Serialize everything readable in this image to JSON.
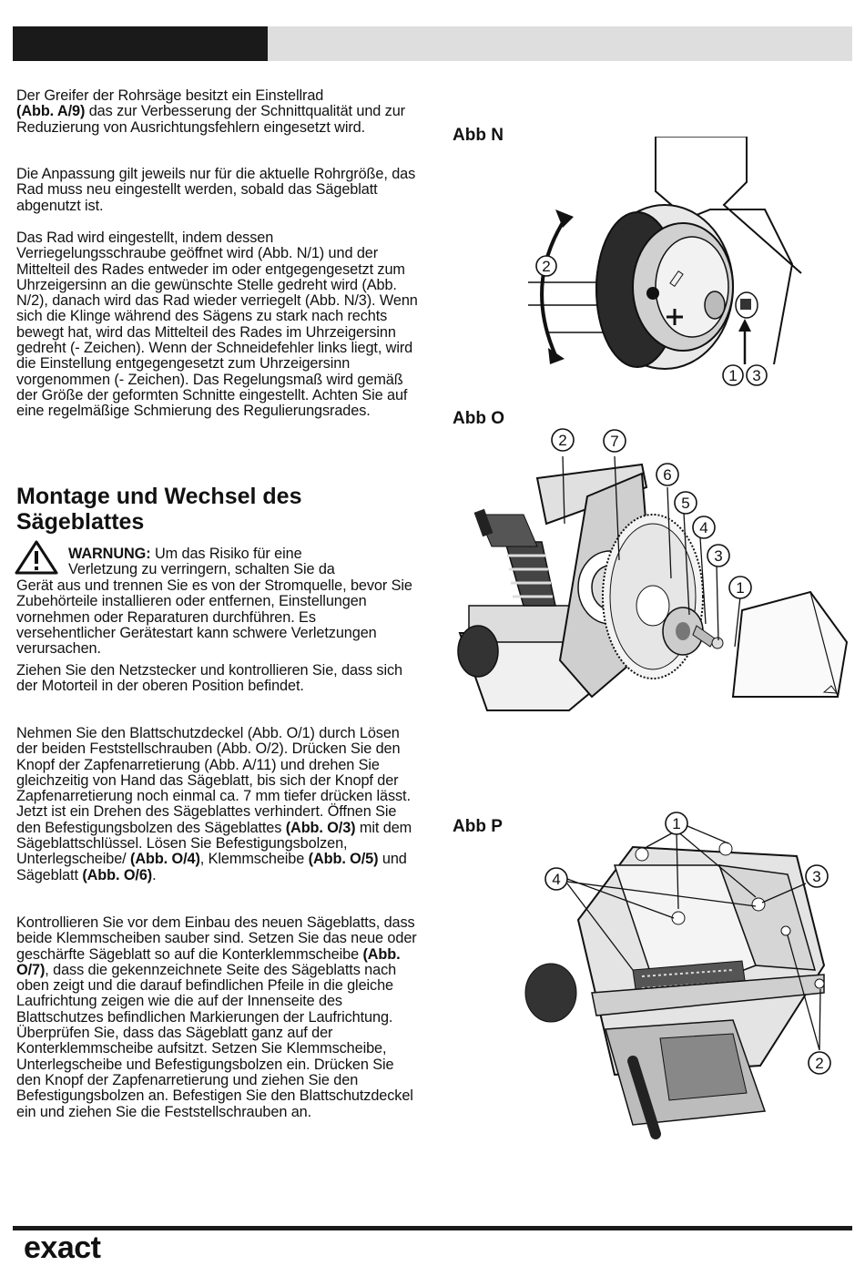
{
  "paragraphs": {
    "p1_b": "(Abb. A/9)",
    "p1_a": "Der Greifer der Rohrsäge besitzt ein Einstellrad",
    "p1_c": " das zur Verbesserung der Schnittqualität und zur Reduzierung von Ausrichtungsfehlern eingesetzt wird.",
    "p2": "Die Anpassung gilt jeweils nur für die aktuelle Rohrgröße, das Rad muss neu eingestellt werden, sobald das Sägeblatt abgenutzt ist.",
    "p3": "Das Rad wird eingestellt, indem dessen Verriegelungsschraube geöffnet wird (Abb. N/1) und der Mittelteil des Rades entweder im oder entgegengesetzt zum Uhrzeigersinn an die gewünschte Stelle gedreht wird (Abb. N/2), danach wird das Rad wieder verriegelt (Abb. N/3). Wenn sich die Klinge während des Sägens zu stark nach rechts bewegt hat, wird das Mittelteil des Rades im Uhrzeigersinn gedreht (- Zeichen). Wenn der Schneidefehler links liegt, wird die Einstellung entgegengesetzt zum Uhrzeigersinn vorgenommen (- Zeichen). Das Regelungsmaß wird gemäß der Größe der geformten Schnitte eingestellt. Achten Sie auf eine regelmäßige Schmierung des Regulierungsrades."
  },
  "section": {
    "title_line1": "Montage und Wechsel des",
    "title_line2": "Sägeblattes"
  },
  "warning": {
    "label": "WARNUNG:",
    "line1": " Um das Risiko für eine",
    "line2": "Verletzung zu verringern, schalten Sie da",
    "rest": "Gerät aus und trennen Sie es von der Stromquelle, bevor Sie Zubehörteile installieren oder entfernen, Einstellungen vornehmen oder Reparaturen durchführen. Es versehentlicher Gerätestart kann schwere Verletzungen verursachen."
  },
  "steps": {
    "s1": "Ziehen Sie den Netzstecker und kontrollieren Sie, dass sich der Motorteil in der oberen Position befindet.",
    "s2_a": "Nehmen Sie den Blattschutzdeckel (Abb. O/1)  durch Lösen der beiden Feststellschrauben (Abb. O/2). Drücken Sie den Knopf der Zapfenarretierung (Abb. A/11) und drehen Sie gleichzeitig von Hand das Sägeblatt, bis sich der Knopf der Zapfenarretierung noch einmal ca. 7 mm tiefer drücken lässt. Jetzt ist ein Drehen des Sägeblattes verhindert. Öffnen Sie den Befestigungsbolzen des Sägeblattes ",
    "s2_b": "(Abb. O/3)",
    "s2_c": " mit dem Sägeblattschlüssel. Lösen Sie Befestigungsbolzen, Unterlegscheibe/ ",
    "s2_d": "(Abb. O/4)",
    "s2_e": ", Klemmscheibe ",
    "s2_f": "(Abb. O/5)",
    "s2_g": " und Sägeblatt ",
    "s2_h": "(Abb. O/6)",
    "s2_i": ".",
    "s3_a": "Kontrollieren Sie vor dem Einbau des neuen Sägeblatts, dass beide Klemmscheiben sauber sind. Setzen Sie das neue oder geschärfte Sägeblatt so auf die Konterklemmscheibe ",
    "s3_b": "(Abb. O/7)",
    "s3_c": ", dass die gekennzeichnete Seite des Sägeblatts nach oben zeigt und die darauf befindlichen Pfeile in die gleiche Laufrichtung zeigen wie die auf der Innenseite des Blattschutzes befindlichen Markierungen der Laufrichtung. Überprüfen Sie, dass das Sägeblatt ganz auf der Konterklemmscheibe aufsitzt. Setzen Sie Klemmscheibe, Unterlegscheibe und Befestigungsbolzen ein. Drücken Sie den Knopf der Zapfenarretierung und ziehen Sie den Befestigungsbolzen an. Befestigen Sie den Blattschutzdeckel ein und ziehen Sie die Feststellschrauben an."
  },
  "figures": {
    "n_label": "Abb N",
    "o_label": "Abb O",
    "p_label": "Abb P",
    "n_callouts": [
      "2",
      "1",
      "3"
    ],
    "o_callouts": [
      "2",
      "7",
      "6",
      "5",
      "4",
      "3",
      "1"
    ],
    "p_callouts": [
      "1",
      "4",
      "3",
      "2"
    ]
  },
  "footer": {
    "logo": "exact"
  }
}
